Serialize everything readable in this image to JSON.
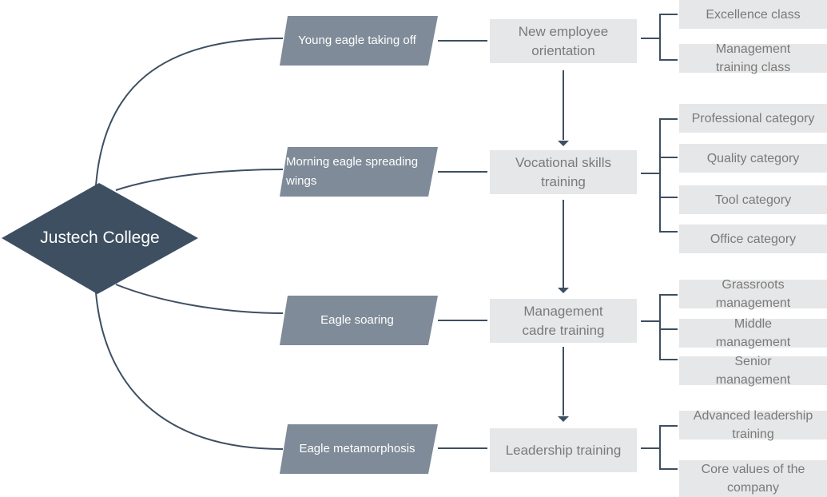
{
  "root": {
    "label": "Justech College"
  },
  "stages": [
    {
      "label": "Young eagle taking off",
      "program": "New employee orientation",
      "items": [
        "Excellence class",
        "Management training class"
      ]
    },
    {
      "label": "Morning eagle spreading wings",
      "program": "Vocational skills training",
      "items": [
        "Professional category",
        "Quality category",
        "Tool category",
        "Office category"
      ]
    },
    {
      "label": "Eagle soaring",
      "program": "Management cadre training",
      "items": [
        "Grassroots management",
        "Middle management",
        "Senior management"
      ]
    },
    {
      "label": "Eagle metamorphosis",
      "program": "Leadership training",
      "items": [
        "Advanced leadership training",
        "Core values of the company"
      ]
    }
  ],
  "colors": {
    "dark": "#3d4f61",
    "stage": "#7f8b98",
    "box": "#e6e7e8",
    "boxText": "#7a7a7a"
  }
}
